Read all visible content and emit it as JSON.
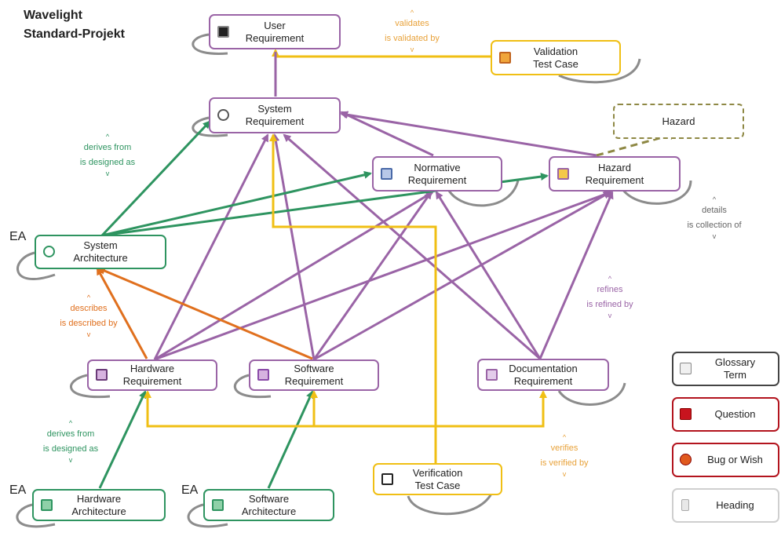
{
  "title": {
    "line1": "Wavelight",
    "line2": "Standard-Projekt"
  },
  "nodes": {
    "user_req": {
      "line1": "User",
      "line2": "Requirement"
    },
    "validation_tc": {
      "line1": "Validation",
      "line2": "Test Case"
    },
    "system_req": {
      "line1": "System",
      "line2": "Requirement"
    },
    "hazard": {
      "line1": "Hazard"
    },
    "normative_req": {
      "line1": "Normative",
      "line2": "Requirement"
    },
    "hazard_req": {
      "line1": "Hazard",
      "line2": "Requirement"
    },
    "system_arch": {
      "line1": "System",
      "line2": "Architecture"
    },
    "hardware_req": {
      "line1": "Hardware",
      "line2": "Requirement"
    },
    "software_req": {
      "line1": "Software",
      "line2": "Requirement"
    },
    "documentation_req": {
      "line1": "Documentation",
      "line2": "Requirement"
    },
    "verification_tc": {
      "line1": "Verification",
      "line2": "Test Case"
    },
    "hardware_arch": {
      "line1": "Hardware",
      "line2": "Architecture"
    },
    "software_arch": {
      "line1": "Software",
      "line2": "Architecture"
    }
  },
  "legend": {
    "glossary": {
      "line1": "Glossary",
      "line2": "Term"
    },
    "question": {
      "line1": "Question"
    },
    "bug": {
      "line1": "Bug or Wish"
    },
    "heading": {
      "line1": "Heading"
    }
  },
  "edge_labels": {
    "validates": {
      "up": "^",
      "forward": "validates",
      "backward": "is validated by",
      "down": "v"
    },
    "derives_top": {
      "up": "^",
      "forward": "derives from",
      "backward": "is designed as",
      "down": "v"
    },
    "details": {
      "up": "^",
      "forward": "details",
      "backward": "is collection of",
      "down": "v"
    },
    "describes": {
      "up": "^",
      "forward": "describes",
      "backward": "is described by",
      "down": "v"
    },
    "refines": {
      "up": "^",
      "forward": "refines",
      "backward": "is refined by",
      "down": "v"
    },
    "derives_bottom": {
      "up": "^",
      "forward": "derives from",
      "backward": "is designed as",
      "down": "v"
    },
    "verifies": {
      "up": "^",
      "forward": "verifies",
      "backward": "is verified by",
      "down": "v"
    }
  },
  "ea_labels": {
    "system": "EA",
    "hardware": "EA",
    "software": "EA"
  },
  "colors": {
    "purple": "#9a64a6",
    "gold": "#f0bf14",
    "green": "#2e9460",
    "orange": "#e0701e",
    "gray": "#8c8c8c",
    "hazard_olive": "#8e8844",
    "label_gold": "#e8a23a",
    "label_green": "#2e9460",
    "label_orange": "#e0701e",
    "label_gray": "#666666",
    "label_purple": "#9a64a6"
  },
  "icons": {
    "user_req": "binoculars-icon",
    "validation_tc": "check-shield-icon",
    "system_req": "gears-icon",
    "normative_req": "document-icon",
    "hazard_req": "warning-triangle-icon",
    "system_arch": "gears-icon",
    "hardware_req": "chip-icon",
    "software_req": "ruler-icon",
    "documentation_req": "pages-icon",
    "verification_tc": "checklist-icon",
    "hardware_arch": "chip-icon",
    "software_arch": "ruler-icon",
    "glossary": "book-icon",
    "question": "question-icon",
    "bug": "bug-icon",
    "heading": "bookmark-icon"
  }
}
